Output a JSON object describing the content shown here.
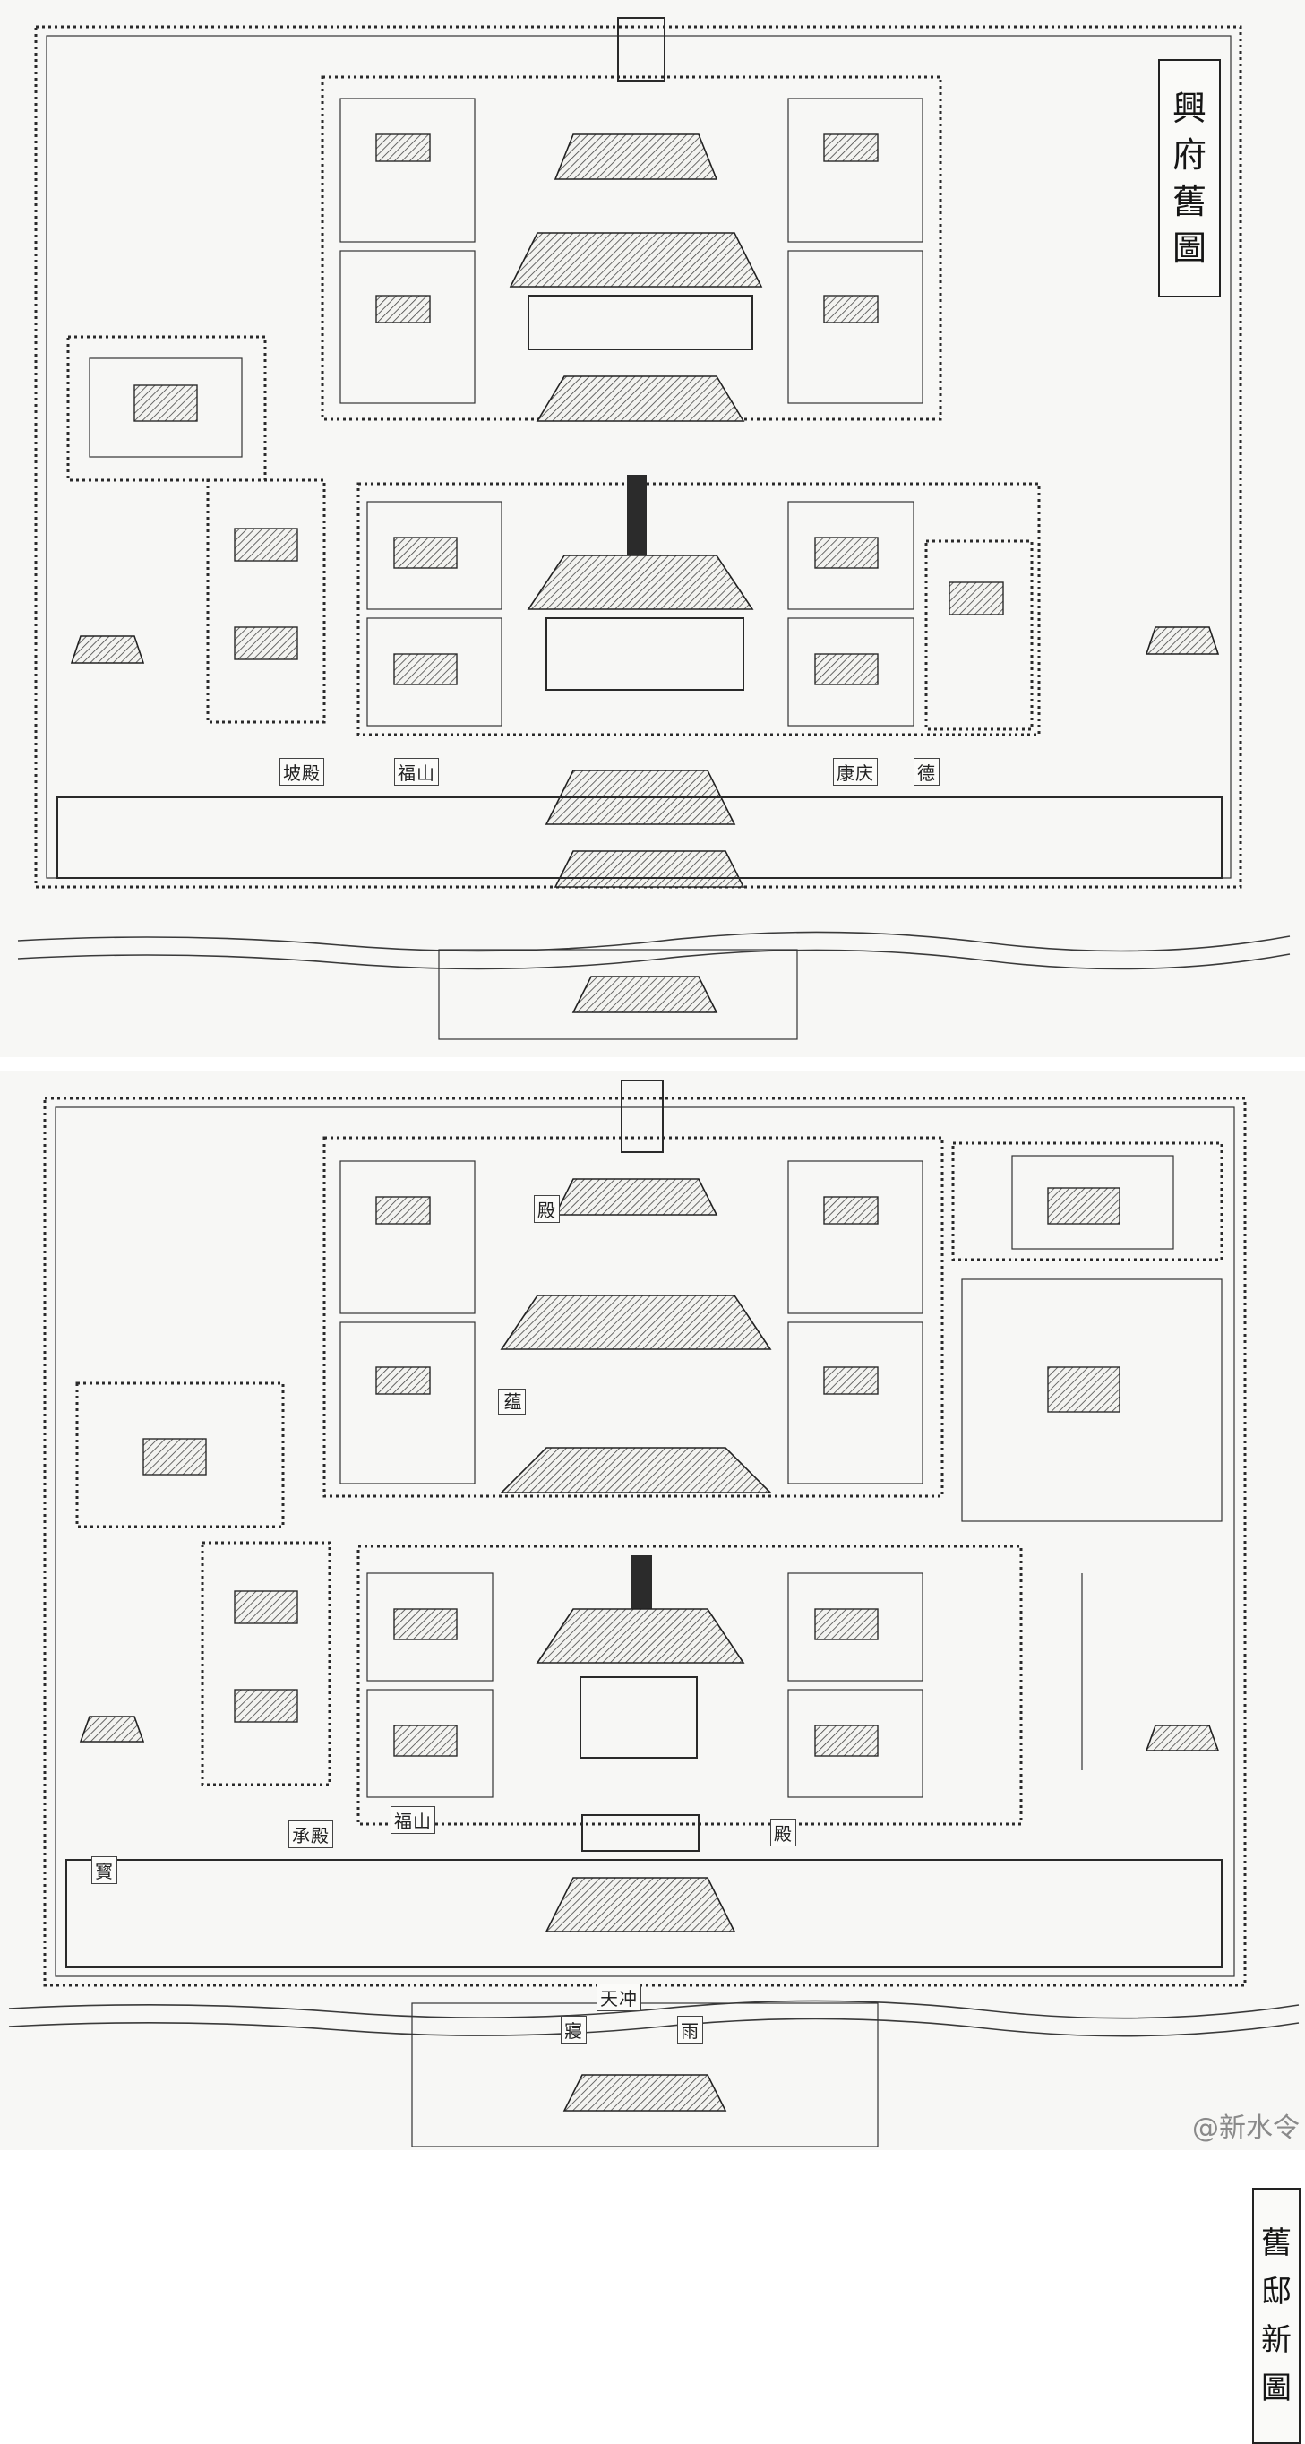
{
  "maps": [
    {
      "title": "興府舊圖",
      "title_chars": [
        "興",
        "府",
        "舊",
        "圖"
      ],
      "labels": [
        "坡殿",
        "福山",
        "康庆",
        "德"
      ]
    },
    {
      "title": "舊邸新圖",
      "title_chars": [
        "舊",
        "邸",
        "新",
        "圖"
      ],
      "labels": [
        "殿",
        "蕴",
        "承殿",
        "福山",
        "殿",
        "天冲",
        "寢",
        "雨",
        "寳"
      ]
    }
  ],
  "watermark": "@新水令",
  "colors": {
    "ink": "#2a2a2a",
    "paper": "#f7f7f5"
  }
}
